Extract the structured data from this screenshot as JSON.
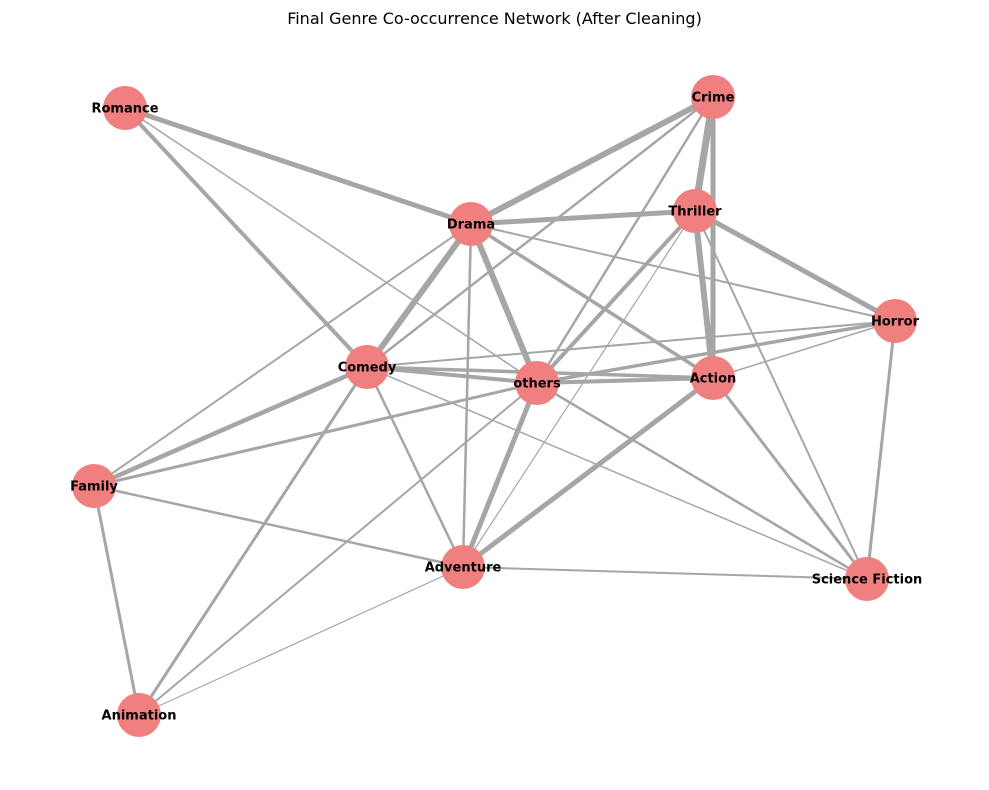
{
  "title": "Final Genre Co-occurrence Network (After Cleaning)",
  "colors": {
    "node": "#f08080",
    "edge": "#a6a6a6",
    "label": "#000000",
    "background": "#ffffff"
  },
  "nodes": [
    {
      "id": "romance",
      "label": "Romance"
    },
    {
      "id": "crime",
      "label": "Crime"
    },
    {
      "id": "drama",
      "label": "Drama"
    },
    {
      "id": "thriller",
      "label": "Thriller"
    },
    {
      "id": "horror",
      "label": "Horror"
    },
    {
      "id": "comedy",
      "label": "Comedy"
    },
    {
      "id": "others",
      "label": "others"
    },
    {
      "id": "action",
      "label": "Action"
    },
    {
      "id": "family",
      "label": "Family"
    },
    {
      "id": "adventure",
      "label": "Adventure"
    },
    {
      "id": "scifi",
      "label": "Science Fiction"
    },
    {
      "id": "animation",
      "label": "Animation"
    }
  ],
  "edges": [
    {
      "source": "romance",
      "target": "drama",
      "weight": 5
    },
    {
      "source": "romance",
      "target": "comedy",
      "weight": 4
    },
    {
      "source": "romance",
      "target": "others",
      "weight": 1.5
    },
    {
      "source": "crime",
      "target": "drama",
      "weight": 6
    },
    {
      "source": "crime",
      "target": "thriller",
      "weight": 7
    },
    {
      "source": "crime",
      "target": "action",
      "weight": 5
    },
    {
      "source": "crime",
      "target": "comedy",
      "weight": 2.5
    },
    {
      "source": "crime",
      "target": "others",
      "weight": 2.5
    },
    {
      "source": "drama",
      "target": "thriller",
      "weight": 5
    },
    {
      "source": "drama",
      "target": "comedy",
      "weight": 6
    },
    {
      "source": "drama",
      "target": "others",
      "weight": 6
    },
    {
      "source": "drama",
      "target": "action",
      "weight": 3.5
    },
    {
      "source": "drama",
      "target": "horror",
      "weight": 2
    },
    {
      "source": "drama",
      "target": "family",
      "weight": 2
    },
    {
      "source": "drama",
      "target": "adventure",
      "weight": 2.5
    },
    {
      "source": "thriller",
      "target": "horror",
      "weight": 5
    },
    {
      "source": "thriller",
      "target": "action",
      "weight": 6
    },
    {
      "source": "thriller",
      "target": "others",
      "weight": 4
    },
    {
      "source": "thriller",
      "target": "scifi",
      "weight": 2
    },
    {
      "source": "thriller",
      "target": "adventure",
      "weight": 1.2
    },
    {
      "source": "horror",
      "target": "comedy",
      "weight": 2
    },
    {
      "source": "horror",
      "target": "others",
      "weight": 3.5
    },
    {
      "source": "horror",
      "target": "action",
      "weight": 1.5
    },
    {
      "source": "horror",
      "target": "scifi",
      "weight": 3
    },
    {
      "source": "comedy",
      "target": "others",
      "weight": 4
    },
    {
      "source": "comedy",
      "target": "action",
      "weight": 3.5
    },
    {
      "source": "comedy",
      "target": "family",
      "weight": 4.5
    },
    {
      "source": "comedy",
      "target": "adventure",
      "weight": 2.5
    },
    {
      "source": "comedy",
      "target": "animation",
      "weight": 3
    },
    {
      "source": "comedy",
      "target": "scifi",
      "weight": 1.5
    },
    {
      "source": "others",
      "target": "action",
      "weight": 4
    },
    {
      "source": "others",
      "target": "family",
      "weight": 3
    },
    {
      "source": "others",
      "target": "adventure",
      "weight": 5
    },
    {
      "source": "others",
      "target": "scifi",
      "weight": 2.5
    },
    {
      "source": "others",
      "target": "animation",
      "weight": 2
    },
    {
      "source": "action",
      "target": "adventure",
      "weight": 5
    },
    {
      "source": "action",
      "target": "scifi",
      "weight": 3
    },
    {
      "source": "family",
      "target": "adventure",
      "weight": 2.5
    },
    {
      "source": "family",
      "target": "animation",
      "weight": 3
    },
    {
      "source": "adventure",
      "target": "scifi",
      "weight": 2
    },
    {
      "source": "adventure",
      "target": "animation",
      "weight": 1.2
    }
  ]
}
